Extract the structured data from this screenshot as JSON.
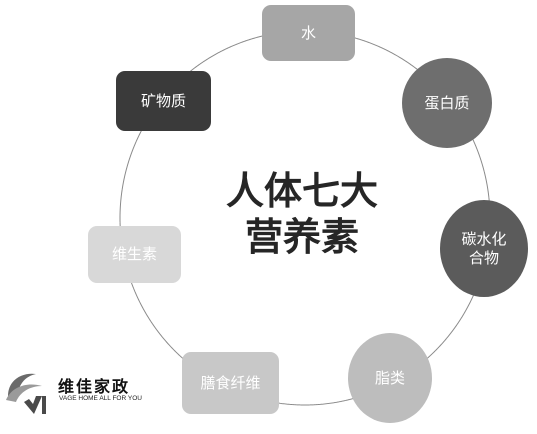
{
  "diagram": {
    "center_title": [
      "人体七大",
      "营养素"
    ],
    "nodes": [
      {
        "label": [
          "水"
        ]
      },
      {
        "label": [
          "蛋白质"
        ]
      },
      {
        "label": [
          "碳水化",
          "合物"
        ]
      },
      {
        "label": [
          "脂类"
        ]
      },
      {
        "label": [
          "膳食纤维"
        ]
      },
      {
        "label": [
          "维生素"
        ]
      },
      {
        "label": [
          "矿物质"
        ]
      }
    ]
  },
  "logo": {
    "name": "维佳家政",
    "slogan": "VAGE HOME ALL FOR YOU"
  }
}
